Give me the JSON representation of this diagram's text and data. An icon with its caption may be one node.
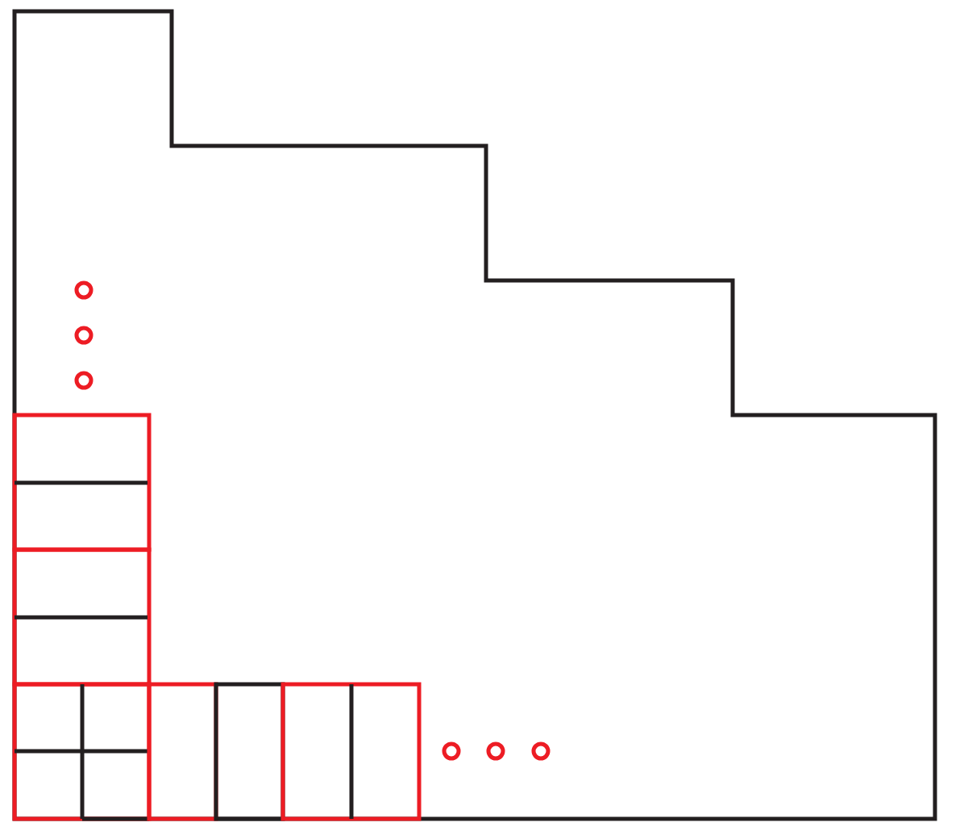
{
  "diagram": {
    "nodes": [
      {
        "text": [],
        "shape": "polygon"
      },
      {
        "text": [],
        "shape": "box",
        "in": 0
      },
      {
        "text": [],
        "shape": "box",
        "in": 0
      },
      {
        "text": [],
        "shape": "box",
        "in": 0
      },
      {
        "text": [],
        "shape": "box",
        "in": 0
      },
      {
        "text": [],
        "shape": "box",
        "in": 0
      },
      {
        "text": [],
        "shape": "box",
        "in": 0
      }
    ]
  }
}
